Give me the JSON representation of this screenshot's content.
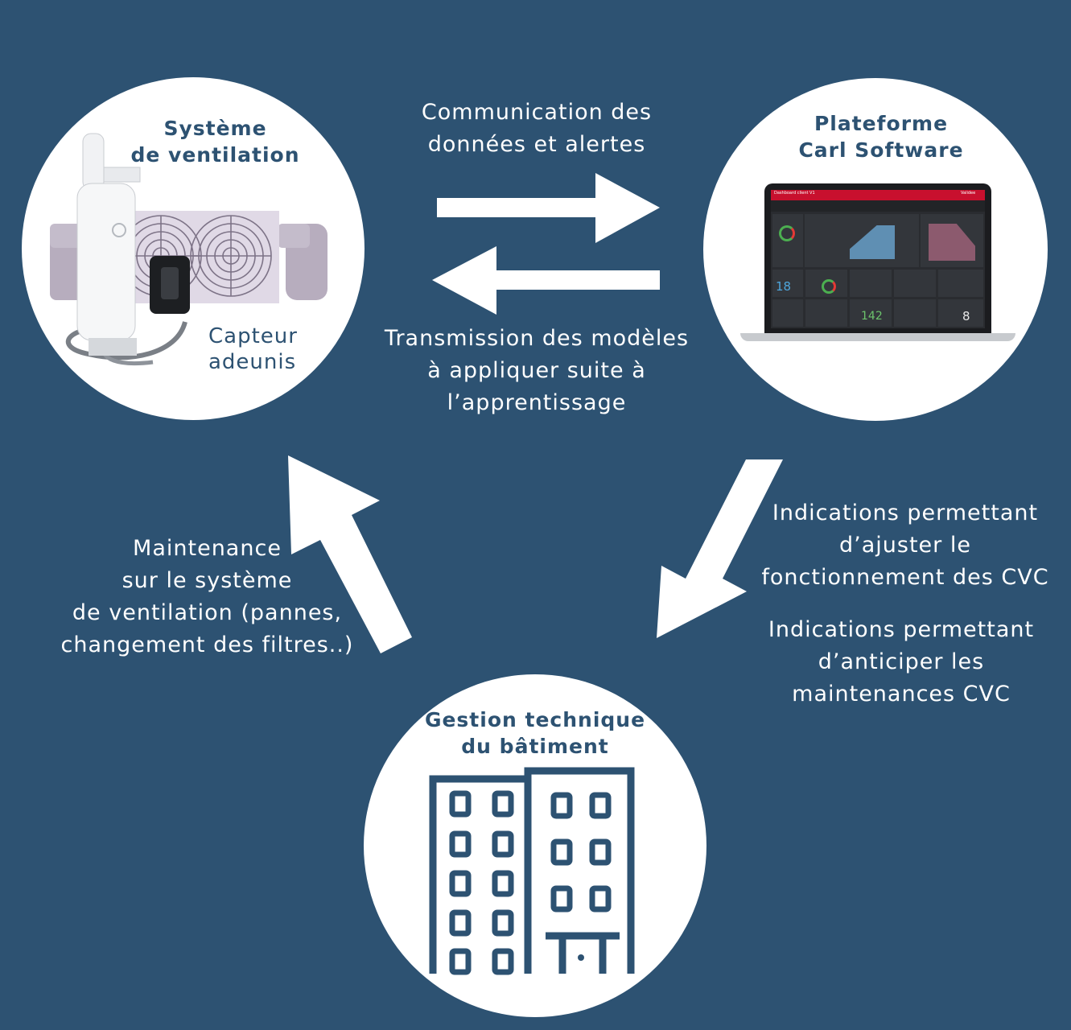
{
  "colors": {
    "background": "#2d5272",
    "circle": "#ffffff",
    "title": "#2d5272",
    "arrow": "#ffffff",
    "accent_red": "#c8102e"
  },
  "nodes": {
    "ventilation": {
      "title": "Système\nde ventilation",
      "sensor_label": "Capteur\nadeunis"
    },
    "platform": {
      "title": "Plateforme\nCarl Software",
      "screen": {
        "header_title": "Dashboard client V1",
        "header_button": "Validee",
        "tiles": [
          "18",
          "142",
          "8"
        ]
      }
    },
    "building": {
      "title": "Gestion technique\ndu bâtiment"
    }
  },
  "edges": {
    "to_platform": {
      "icon": "arrow-right-icon",
      "label": "Communication des\ndonnées et alertes"
    },
    "to_ventilation": {
      "icon": "arrow-left-icon",
      "label": "Transmission des modèles\nà appliquer suite à\nl’apprentissage"
    },
    "to_building": {
      "icon": "arrow-down-left-icon",
      "label_1": "Indications permettant\nd’ajuster le\nfonctionnement des CVC",
      "label_2": "Indications permettant\nd’anticiper les\nmaintenances CVC"
    },
    "to_ventilation_from_building": {
      "icon": "arrow-up-left-icon",
      "label": "Maintenance\nsur le système\nde ventilation (pannes,\nchangement des filtres..)"
    }
  }
}
